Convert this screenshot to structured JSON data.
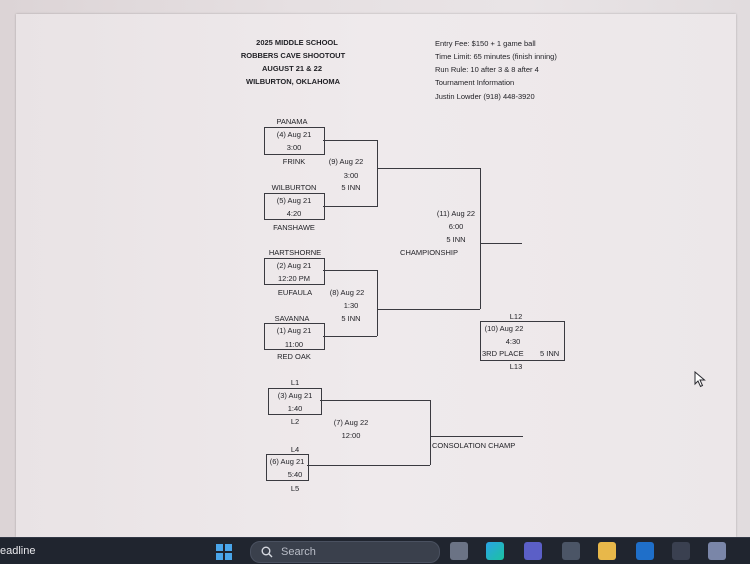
{
  "header": {
    "line1": "2025 MIDDLE SCHOOL",
    "line2": "ROBBERS CAVE SHOOTOUT",
    "line3": "AUGUST 21 & 22",
    "line4": "WILBURTON, OKLAHOMA"
  },
  "info": {
    "entry_fee": "Entry Fee: $150 + 1 game ball",
    "time_limit": "Time Limit: 65 minutes (finish inning)",
    "run_rule": "Run Rule: 10 after 3 & 8 after 4",
    "tournament_info": "Tournament Information",
    "contact": "Justin Lowder (918) 448-3920"
  },
  "bracket": {
    "g4": {
      "top": "PANAMA",
      "date": "(4) Aug 21",
      "time": "3:00",
      "bottom": "FRINK"
    },
    "g5": {
      "top": "WILBURTON",
      "date": "(5) Aug 21",
      "time": "4:20",
      "bottom": "FANSHAWE"
    },
    "g9": {
      "date": "(9) Aug 22",
      "time": "3:00",
      "inn": "5 INN"
    },
    "g2": {
      "top": "HARTSHORNE",
      "date": "(2) Aug 21",
      "time": "12:20 PM",
      "bottom": "EUFAULA"
    },
    "g1": {
      "top": "SAVANNA",
      "date": "(1) Aug 21",
      "time": "11:00",
      "bottom": "RED OAK"
    },
    "g8": {
      "date": "(8) Aug 22",
      "time": "1:30",
      "inn": "5 INN"
    },
    "g11": {
      "date": "(11) Aug 22",
      "time": "6:00",
      "inn": "5 INN",
      "label": "CHAMPIONSHIP"
    },
    "g10": {
      "top": "L12",
      "date": "(10) Aug 22",
      "time": "4:30",
      "label": "3RD PLACE",
      "inn": "5 INN",
      "bottom": "L13"
    },
    "g3": {
      "top": "L1",
      "date": "(3) Aug 21",
      "time": "1:40",
      "bottom": "L2"
    },
    "g6": {
      "top": "L4",
      "date": "(6) Aug 21",
      "time": "5:40",
      "bottom": "L5"
    },
    "g7": {
      "date": "(7) Aug 22",
      "time": "12:00",
      "label": "CONSOLATION CHAMP"
    }
  },
  "taskbar": {
    "left_text": "eadline",
    "search_placeholder": "Search"
  },
  "colors": {
    "taskbar_bg": "#20252f",
    "start_blue": "#4aa6ea",
    "page_bg": "#efeaec"
  }
}
